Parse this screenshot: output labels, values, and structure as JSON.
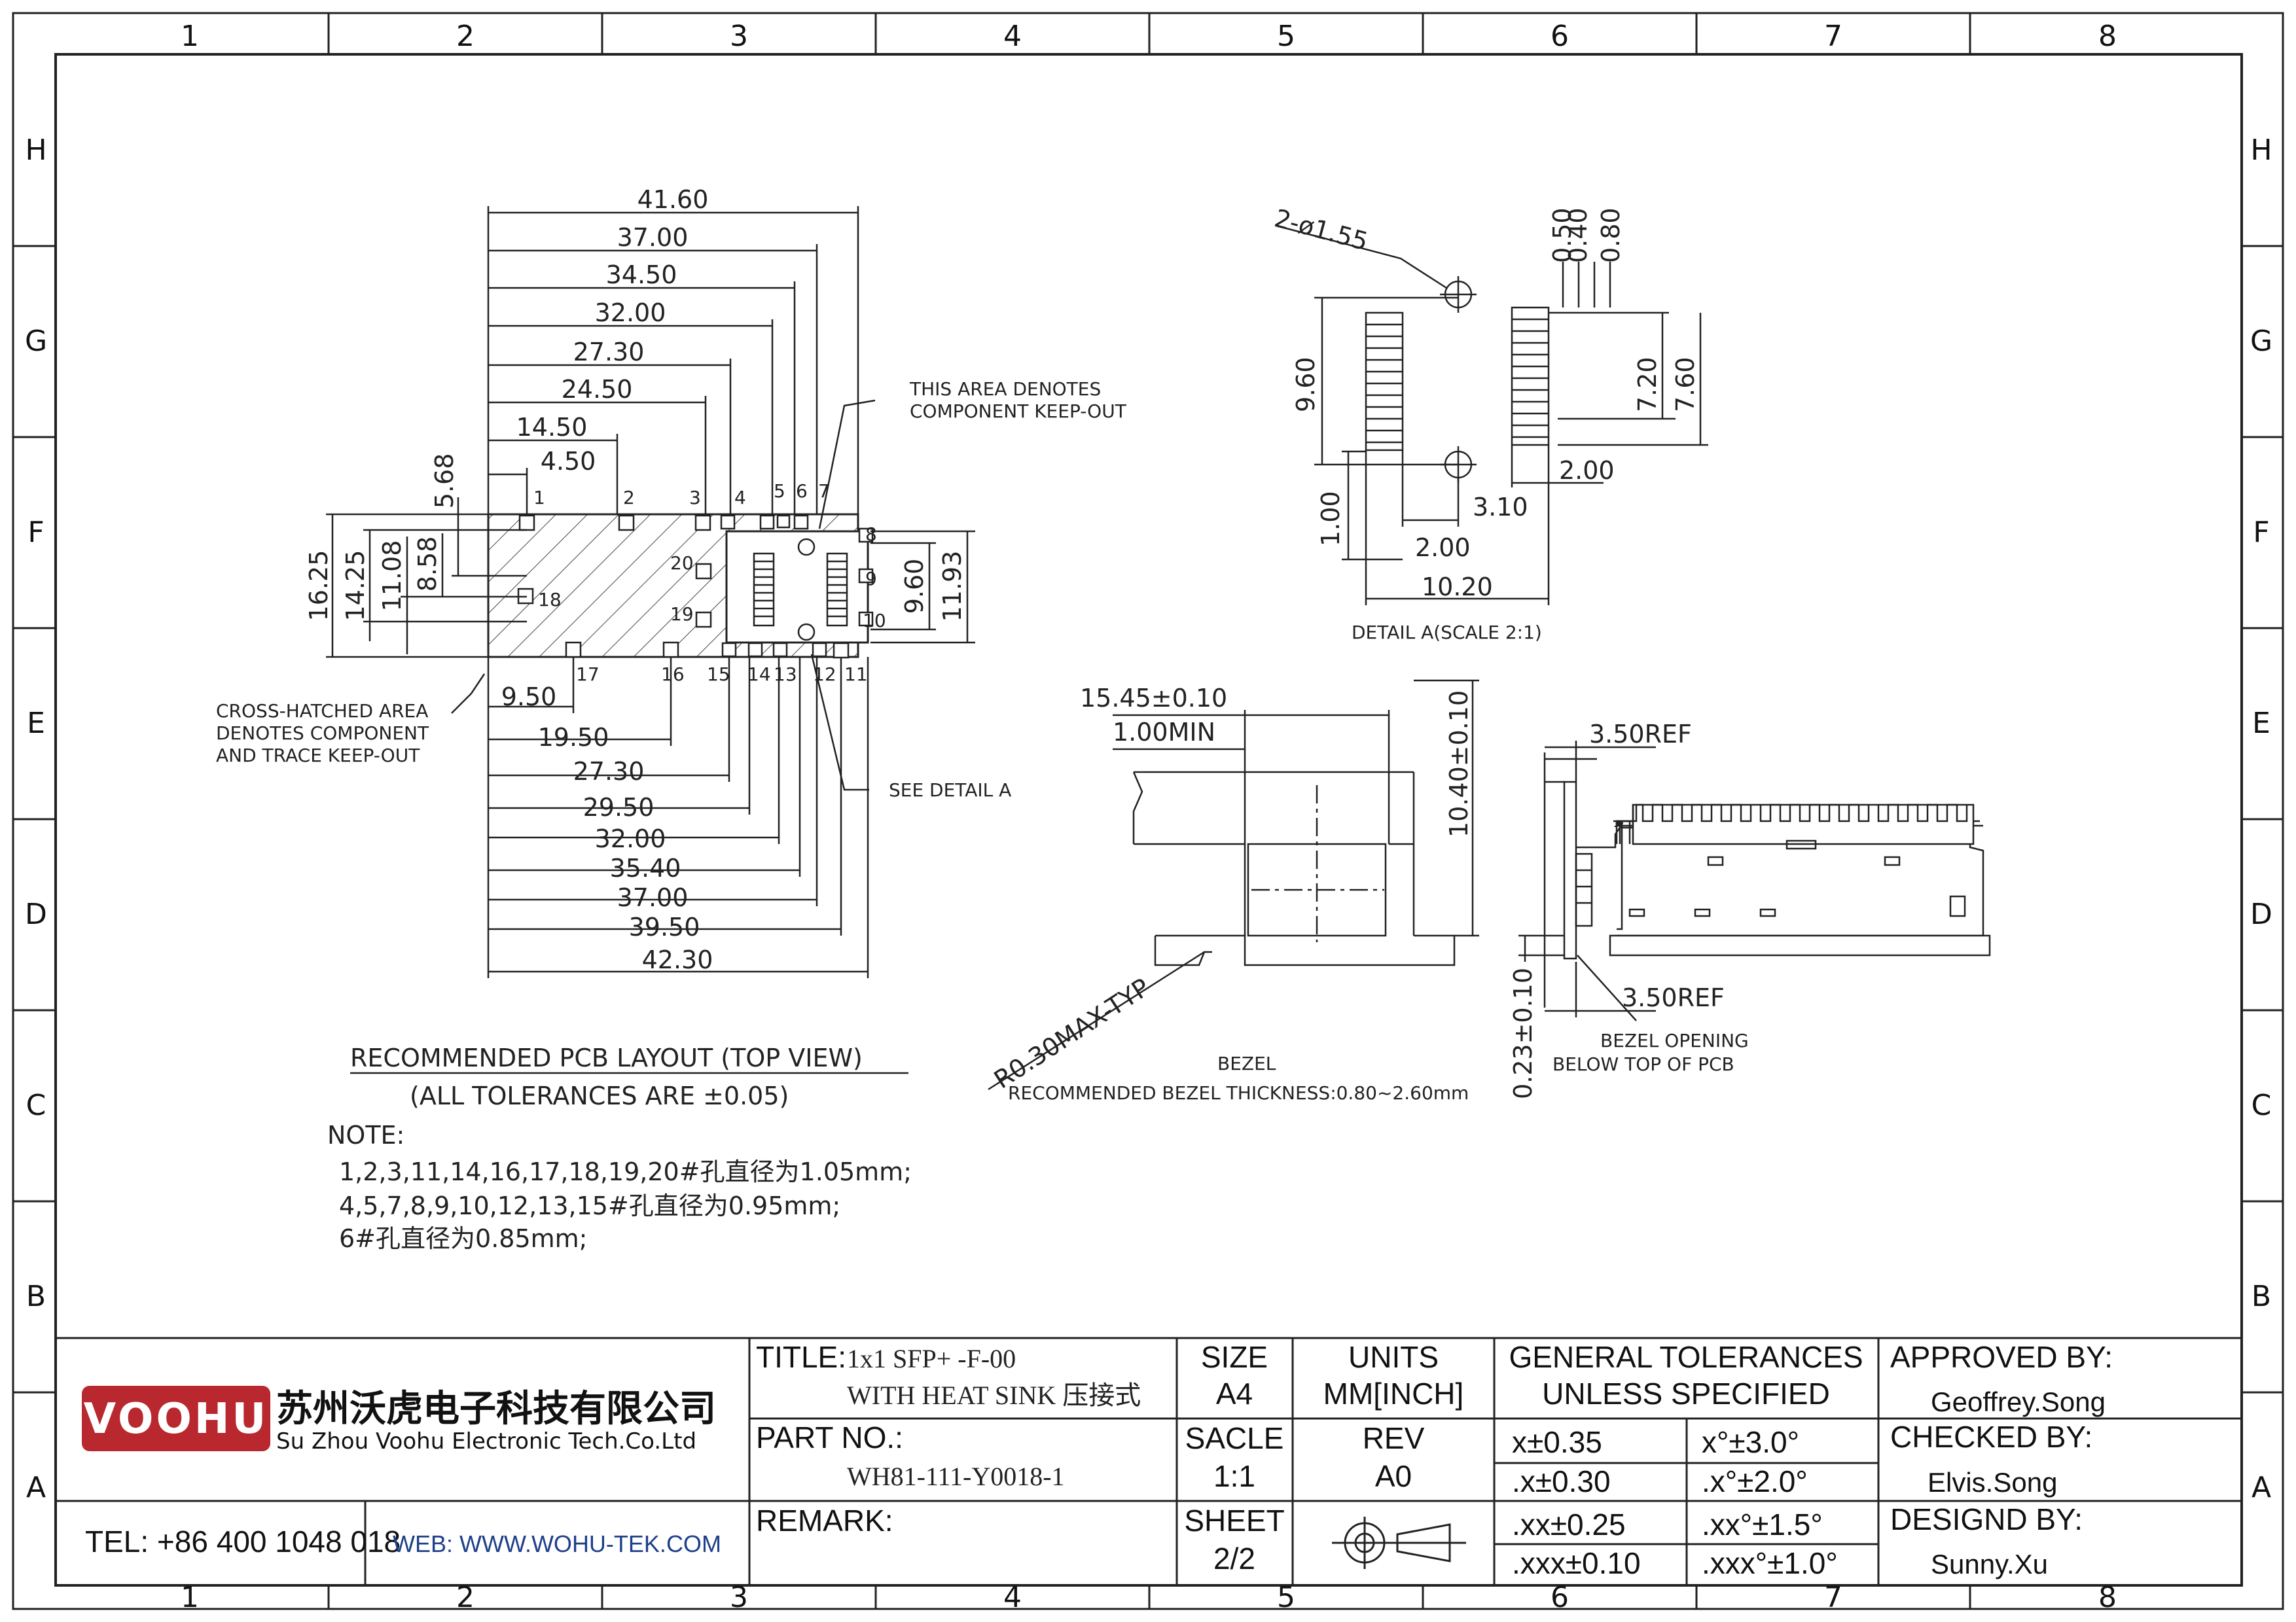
{
  "grid": {
    "cols": [
      "1",
      "2",
      "3",
      "4",
      "5",
      "6",
      "7",
      "8"
    ],
    "rows": [
      "H",
      "G",
      "F",
      "E",
      "D",
      "C",
      "B",
      "A"
    ]
  },
  "pcb": {
    "top_dims": [
      "41.60",
      "37.00",
      "34.50",
      "32.00",
      "27.30",
      "24.50",
      "14.50",
      "4.50"
    ],
    "bottom_dims": [
      "9.50",
      "19.50",
      "27.30",
      "29.50",
      "32.00",
      "35.40",
      "37.00",
      "39.50",
      "42.30"
    ],
    "left_dims": [
      "16.25",
      "14.25",
      "11.08",
      "8.58",
      "5.68"
    ],
    "right_dims": [
      "9.60",
      "11.93"
    ],
    "pins_top": [
      "1",
      "2",
      "3",
      "4",
      "5",
      "6",
      "7",
      "8"
    ],
    "pins_right": [
      "9",
      "10"
    ],
    "pins_bottom": [
      "17",
      "16",
      "15",
      "14",
      "13",
      "12",
      "11"
    ],
    "pins_inner": [
      "18",
      "19",
      "20"
    ],
    "callout_area_1": "THIS AREA DENOTES",
    "callout_area_2": "COMPONENT KEEP-OUT",
    "callout_hatch_1": "CROSS-HATCHED AREA",
    "callout_hatch_2": "DENOTES COMPONENT",
    "callout_hatch_3": "AND TRACE KEEP-OUT",
    "callout_detail": "SEE DETAIL A",
    "caption": "RECOMMENDED PCB LAYOUT (TOP VIEW)",
    "tolerance": "(ALL TOLERANCES ARE ±0.05)"
  },
  "notes": {
    "label": "NOTE:",
    "line1": "1,2,3,11,14,16,17,18,19,20#孔直径为1.05mm;",
    "line2": "4,5,7,8,9,10,12,13,15#孔直径为0.95mm;",
    "line3": "6#孔直径为0.85mm;"
  },
  "detail": {
    "holes": "2-ø1.55",
    "d050": "0.50",
    "d040": "0.40",
    "d080": "0.80",
    "d960": "9.60",
    "d720": "7.20",
    "d760": "7.60",
    "d100": "1.00",
    "d200r": "2.00",
    "d310": "3.10",
    "d200": "2.00",
    "d1020": "10.20",
    "caption": "DETAIL A(SCALE 2:1)"
  },
  "bezel": {
    "d1545": "15.45±0.10",
    "dmin": "1.00MIN",
    "d1040": "10.40±0.10",
    "radius": "R0.30MAX-TYP",
    "caption1": "BEZEL",
    "caption2": "RECOMMENDED BEZEL THICKNESS:0.80~2.60mm"
  },
  "side": {
    "ref_top": "3.50REF",
    "ref_bot": "3.50REF",
    "d023": "0.23±0.10",
    "caption1": "BEZEL OPENING",
    "caption2": "BELOW TOP OF PCB"
  },
  "titleblock": {
    "company_logo": "VOOHU",
    "company_cn": "苏州沃虎电子科技有限公司",
    "company_en": "Su Zhou Voohu Electronic Tech.Co.Ltd",
    "tel": "TEL: +86 400 1048 018",
    "web": "WEB: WWW.WOHU-TEK.COM",
    "title_label": "TITLE:",
    "title_1": "1x1 SFP+ -F-00",
    "title_2": "WITH HEAT SINK 压接式",
    "part_label": "PART NO.:",
    "part_no": "WH81-111-Y0018-1",
    "remark_label": "REMARK:",
    "size_label": "SIZE",
    "size": "A4",
    "units_label": "UNITS",
    "units": "MM[INCH]",
    "scale_label": "SACLE",
    "scale": "1:1",
    "rev_label": "REV",
    "rev": "A0",
    "sheet_label": "SHEET",
    "sheet": "2/2",
    "gt_1": "GENERAL TOLERANCES",
    "gt_2": "UNLESS SPECIFIED",
    "tol": [
      [
        "x±0.35",
        "x°±3.0°"
      ],
      [
        ".x±0.30",
        ".x°±2.0°"
      ],
      [
        ".xx±0.25",
        ".xx°±1.5°"
      ],
      [
        ".xxx±0.10",
        ".xxx°±1.0°"
      ]
    ],
    "approved_label": "APPROVED BY:",
    "approved": "Geoffrey.Song",
    "checked_label": "CHECKED BY:",
    "checked": "Elvis.Song",
    "design_label": "DESIGND BY:",
    "design": "Sunny.Xu"
  },
  "colors": {
    "line": "#222222",
    "logo": "#b8282e"
  }
}
